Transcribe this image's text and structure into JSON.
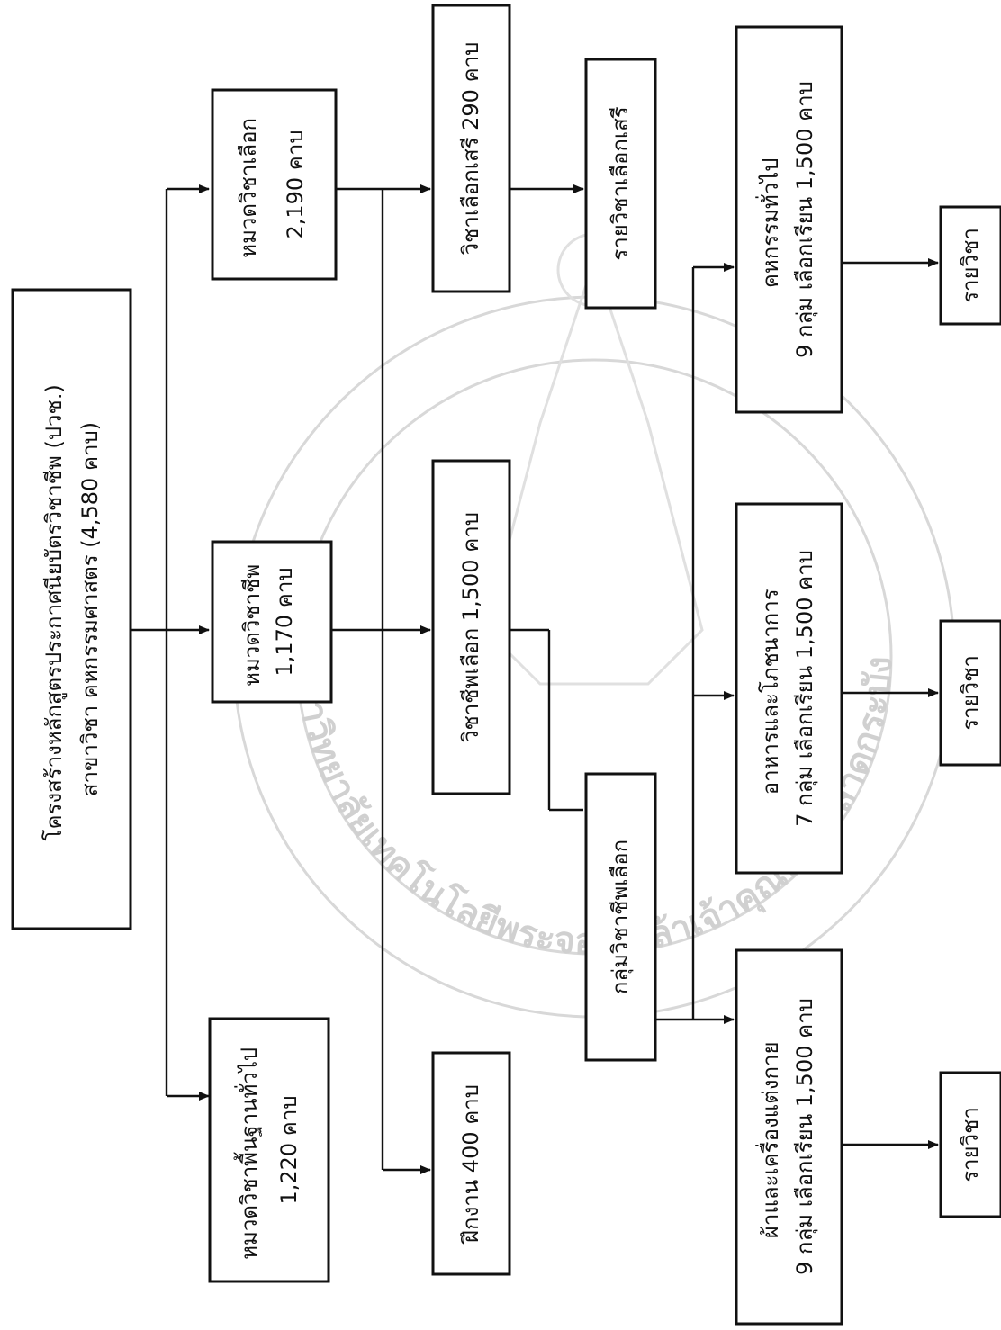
{
  "diagram": {
    "root": {
      "line1": "โครงสร้างหลักสูตรประกาศนียบัตรวิชาชีพ (ปวช.)",
      "line2": "สาขาวิชา คหกรรมศาสตร (4,580 คาบ)"
    },
    "categories": {
      "general": {
        "line1": "หมวดวิชาพื้นฐานทั่วไป",
        "line2": "1,220 คาบ"
      },
      "vocational": {
        "line1": "หมวดวิชาชีพ",
        "line2": "1,170 คาบ"
      },
      "elective": {
        "line1": "หมวดวิชาเลือก",
        "line2": "2,190 คาบ"
      }
    },
    "elective_children": {
      "practice": "ฝึกงาน 400 คาบ",
      "vocational_elective": "วิชาชีพเลือก 1,500 คาบ",
      "free_elective": "วิชาเลือกเสรี 290 คาบ",
      "free_elective_list": "รายวิชาเลือกเสรี",
      "vocational_groups": "กลุ่มวิชาชีพเลือก"
    },
    "groups": {
      "fabric": {
        "line1": "ผ้าและเครื่องแต่งกาย",
        "line2": "9 กลุ่ม เลือกเรียน 1,500 คาบ"
      },
      "food": {
        "line1": "อาหารและโภชนาการ",
        "line2": "7 กลุ่ม เลือกเรียน 1,500 คาบ"
      },
      "home_econ": {
        "line1": "คหกรรมทั่วไป",
        "line2": "9 กลุ่ม เลือกเรียน 1,500 คาบ"
      }
    },
    "course_list_label": "รายวิชา"
  },
  "watermark": {
    "text": "มหาวิทยาลัยเทคโนโลยีพระจอมเกล้าเจ้าคุณทหารลาดกระบัง"
  }
}
